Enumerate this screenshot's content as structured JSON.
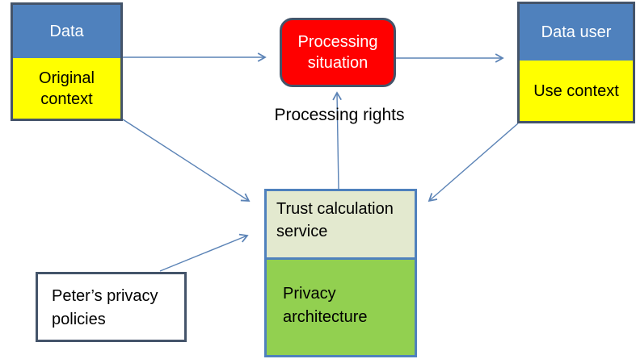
{
  "nodes": {
    "data": {
      "header": "Data",
      "body": "Original context"
    },
    "processing_situation": {
      "label": "Processing situation"
    },
    "data_user": {
      "header": "Data user",
      "body": "Use context"
    },
    "trust_service": {
      "header": "Trust calculation service",
      "body": "Privacy architecture"
    },
    "policies": {
      "label": "Peter’s privacy policies"
    }
  },
  "labels": {
    "processing_rights": "Processing rights"
  },
  "colors": {
    "header_blue": "#4f81bd",
    "yellow": "#ffff00",
    "red": "#ff0000",
    "pale_green": "#e3e9cf",
    "green": "#92d050",
    "dark_border": "#44546a",
    "blue_border": "#4f81bd",
    "arrow_blue": "#5b83b6",
    "background": "#ffffff"
  }
}
